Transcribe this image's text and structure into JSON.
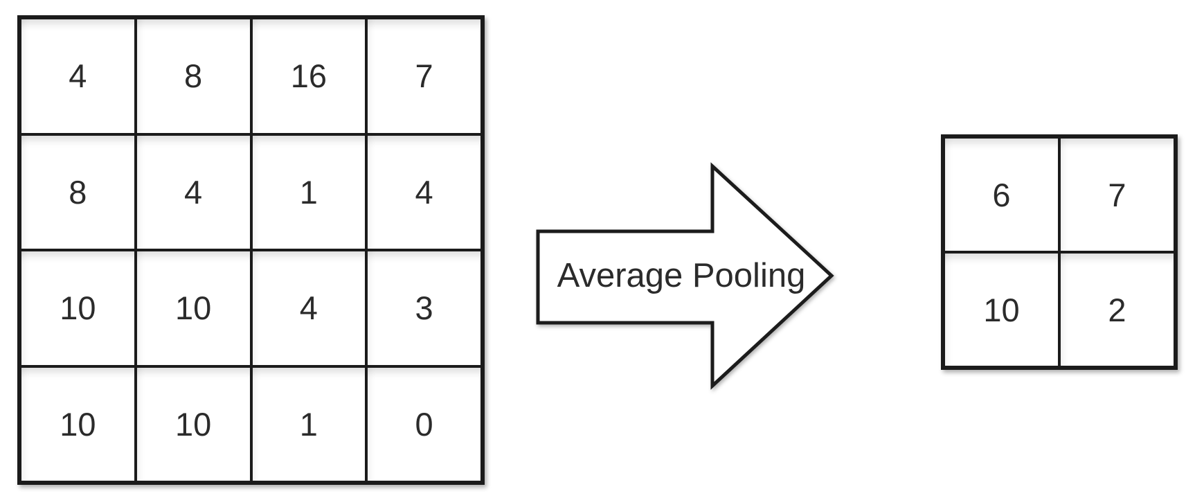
{
  "colors": {
    "background": "#ffffff",
    "grid_border": "#1b1b1b",
    "digit_text": "#2b2b2b",
    "shape_fill": "#ffffff"
  },
  "input_grid": {
    "values": [
      [
        "4",
        "8",
        "16",
        "7"
      ],
      [
        "8",
        "4",
        "1",
        "4"
      ],
      [
        "10",
        "10",
        "4",
        "3"
      ],
      [
        "10",
        "10",
        "1",
        "0"
      ]
    ]
  },
  "operation": {
    "label": "Average Pooling"
  },
  "output_grid": {
    "values": [
      [
        "6",
        "7"
      ],
      [
        "10",
        "2"
      ]
    ]
  }
}
